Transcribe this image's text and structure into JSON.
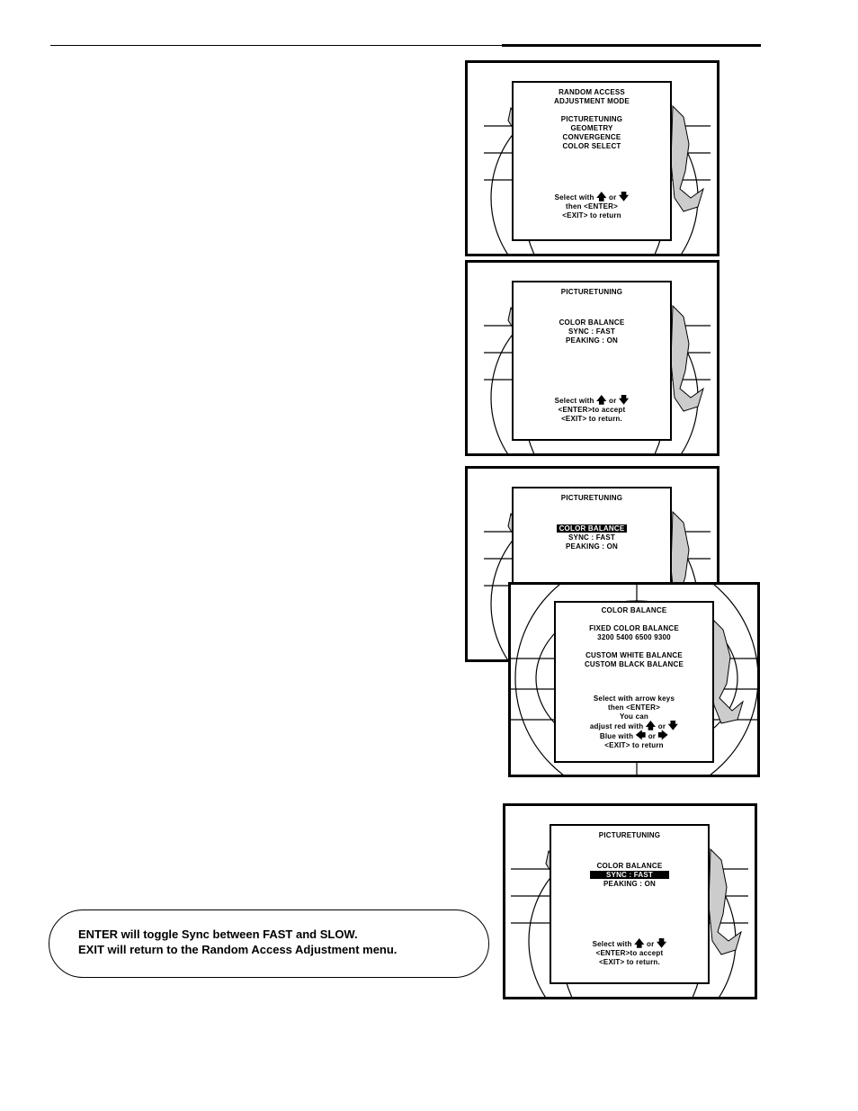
{
  "screens": {
    "random_access": {
      "title_1": "RANDOM ACCESS",
      "title_2": "ADJUSTMENT MODE",
      "items": [
        "PICTURETUNING",
        "GEOMETRY",
        "CONVERGENCE",
        "COLOR SELECT"
      ],
      "footer_select_1": "Select with",
      "footer_select_or": "or",
      "footer_2": "then <ENTER>",
      "footer_3": "<EXIT> to return"
    },
    "picturetuning_1": {
      "title": "PICTURETUNING",
      "items": [
        "COLOR BALANCE",
        "SYNC : FAST",
        "PEAKING : ON"
      ],
      "footer_select_1": "Select with",
      "footer_select_or": "or",
      "footer_2": "<ENTER>to accept",
      "footer_3": "<EXIT> to return."
    },
    "picturetuning_2": {
      "title": "PICTURETUNING",
      "items": [
        "COLOR BALANCE",
        "SYNC : FAST",
        "PEAKING : ON"
      ]
    },
    "color_balance": {
      "title": "COLOR BALANCE",
      "fixed": "FIXED COLOR BALANCE",
      "temps": "3200 5400 6500 9300",
      "custom_white": "CUSTOM WHITE BALANCE",
      "custom_black": "CUSTOM BLACK BALANCE",
      "footer_1": "Select with arrow keys",
      "footer_2": "then <ENTER>",
      "footer_3": "You can",
      "footer_4": "adjust red with",
      "footer_4_or": "or",
      "footer_5": "Blue with",
      "footer_5_or": "or",
      "footer_6": "<EXIT> to return"
    },
    "picturetuning_3": {
      "title": "PICTURETUNING",
      "items": [
        "COLOR BALANCE",
        "SYNC : FAST",
        "PEAKING : ON"
      ],
      "footer_select_1": "Select with",
      "footer_select_or": "or",
      "footer_2": "<ENTER>to accept",
      "footer_3": "<EXIT> to return."
    }
  },
  "note": {
    "line_1": "ENTER will toggle Sync between FAST and SLOW.",
    "line_2": "EXIT will return to the Random Access Adjustment menu."
  }
}
